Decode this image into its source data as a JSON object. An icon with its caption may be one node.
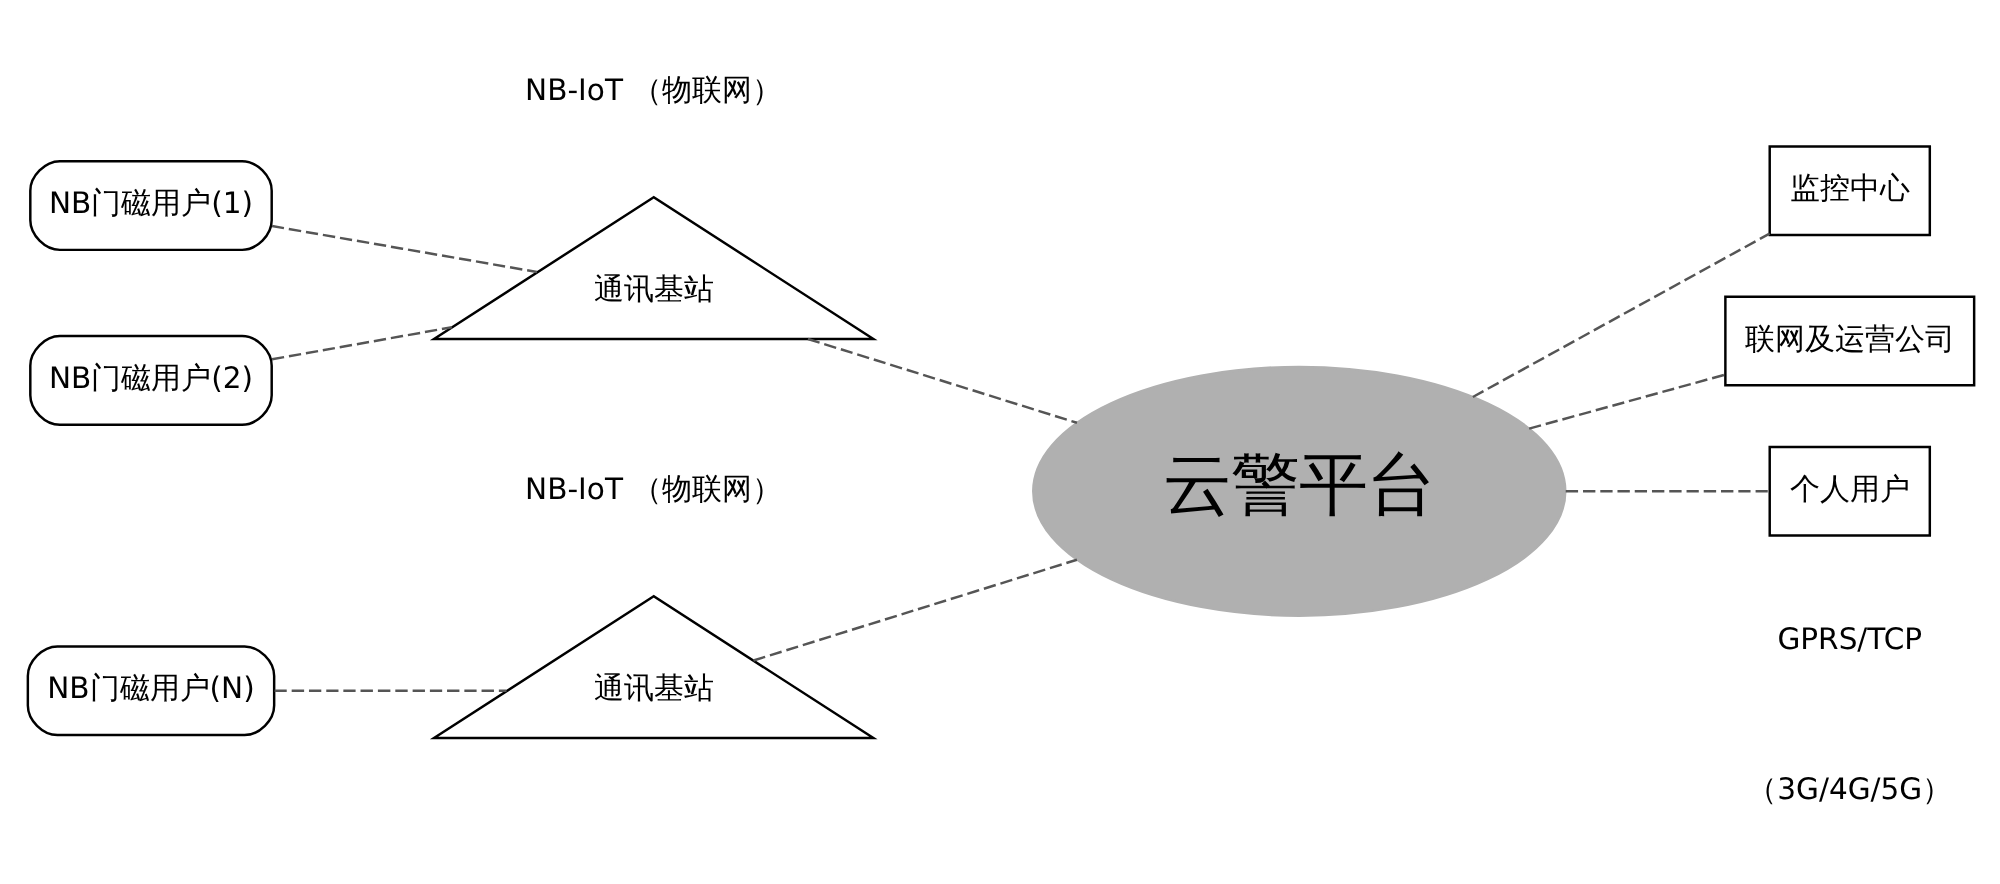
{
  "diagram": {
    "nodes": [
      {
        "text": [
          "NB门磁用户(1)"
        ]
      },
      {
        "text": [
          "NB门磁用户(2)"
        ]
      },
      {
        "text": [
          "NB门磁用户(N)"
        ]
      },
      {
        "text": [
          "通讯基站"
        ]
      },
      {
        "text": [
          "通讯基站"
        ]
      },
      {
        "text": [
          "云警平台"
        ]
      },
      {
        "text": [
          "监控中心"
        ]
      },
      {
        "text": [
          "联网及运营公司"
        ]
      },
      {
        "text": [
          "个人用户"
        ]
      }
    ],
    "edges": [
      {
        "from": 0,
        "to": 3,
        "arrow": "none",
        "style": "dashed"
      },
      {
        "from": 1,
        "to": 3,
        "arrow": "none",
        "style": "dashed"
      },
      {
        "from": 2,
        "to": 4,
        "arrow": "none",
        "style": "dashed"
      },
      {
        "from": 3,
        "to": 5,
        "arrow": "none",
        "style": "dashed"
      },
      {
        "from": 4,
        "to": 5,
        "arrow": "none",
        "style": "dashed"
      },
      {
        "from": 5,
        "to": 6,
        "arrow": "none",
        "style": "dashed"
      },
      {
        "from": 5,
        "to": 7,
        "arrow": "none",
        "style": "dashed"
      },
      {
        "from": 5,
        "to": 8,
        "arrow": "none",
        "style": "dashed"
      }
    ],
    "labels": [
      "NB-IoT （物联网）",
      "NB-IoT （物联网）",
      "GPRS/TCP",
      "（3G/4G/5G）"
    ]
  }
}
